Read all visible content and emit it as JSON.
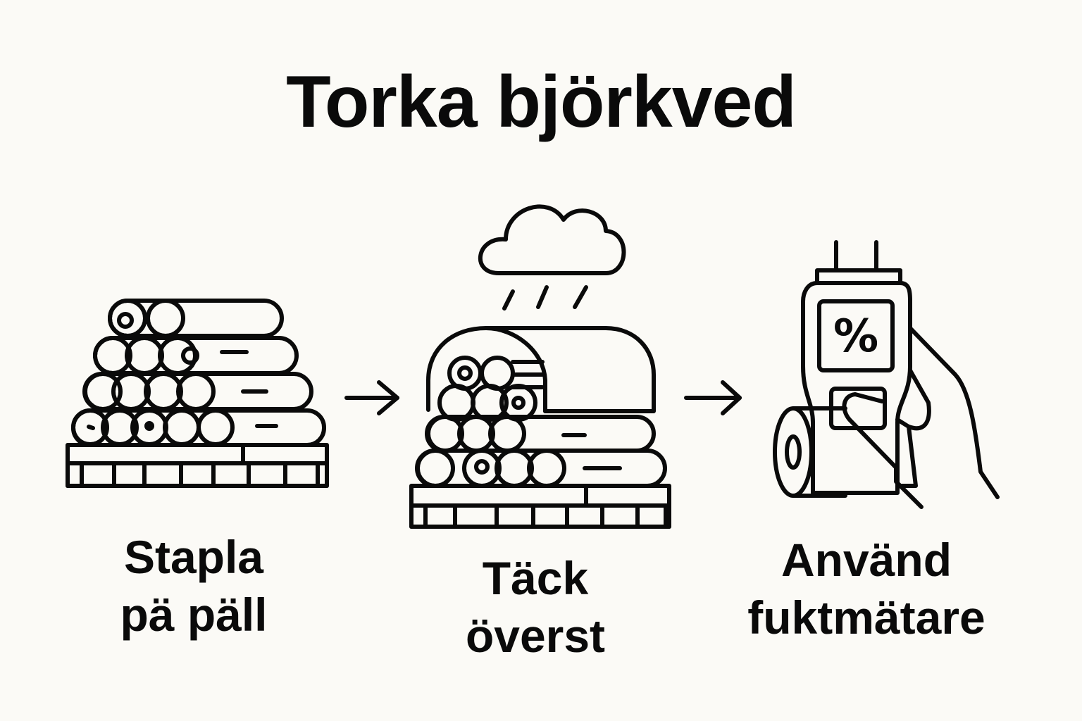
{
  "title": "Torka björkved",
  "steps": [
    {
      "line1": "Stapla",
      "line2": "pä päll",
      "icon": "log-pile-on-pallet-icon"
    },
    {
      "line1": "Täck",
      "line2": "överst",
      "icon": "covered-log-pile-with-rain-cloud-icon"
    },
    {
      "line1": "Använd",
      "line2": "fuktmätare",
      "icon": "hand-holding-moisture-meter-icon"
    }
  ],
  "meter_display": "%",
  "arrow_icon": "arrow-right-icon"
}
